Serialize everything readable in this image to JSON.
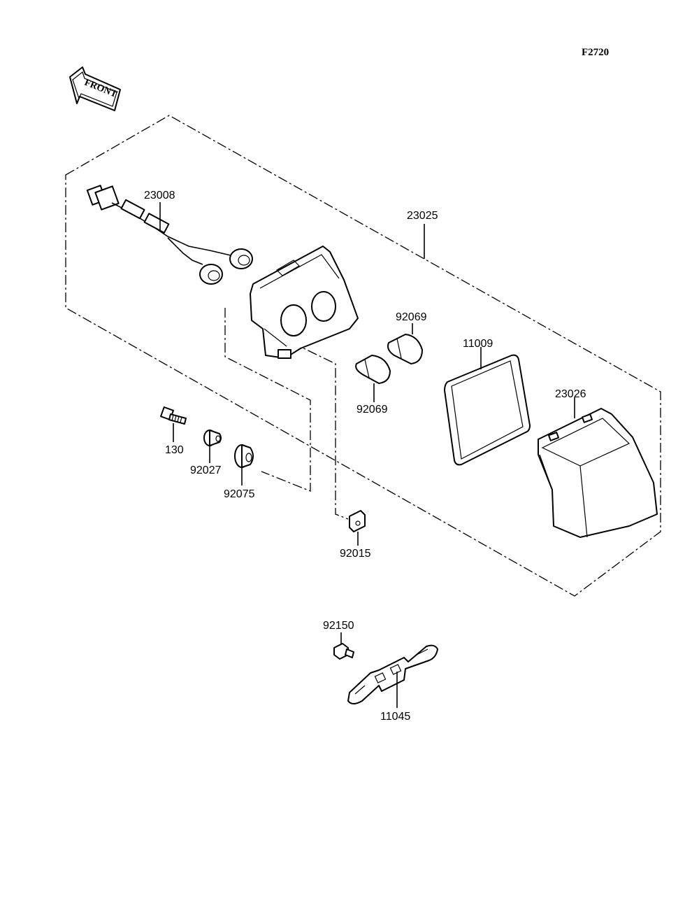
{
  "figure_code": "F2720",
  "front_label": "FRONT",
  "parts": {
    "p23008": "23008",
    "p23025": "23025",
    "p92069a": "92069",
    "p92069b": "92069",
    "p11009": "11009",
    "p23026": "23026",
    "p130": "130",
    "p92027": "92027",
    "p92075": "92075",
    "p92015": "92015",
    "p92150": "92150",
    "p11045": "11045"
  }
}
